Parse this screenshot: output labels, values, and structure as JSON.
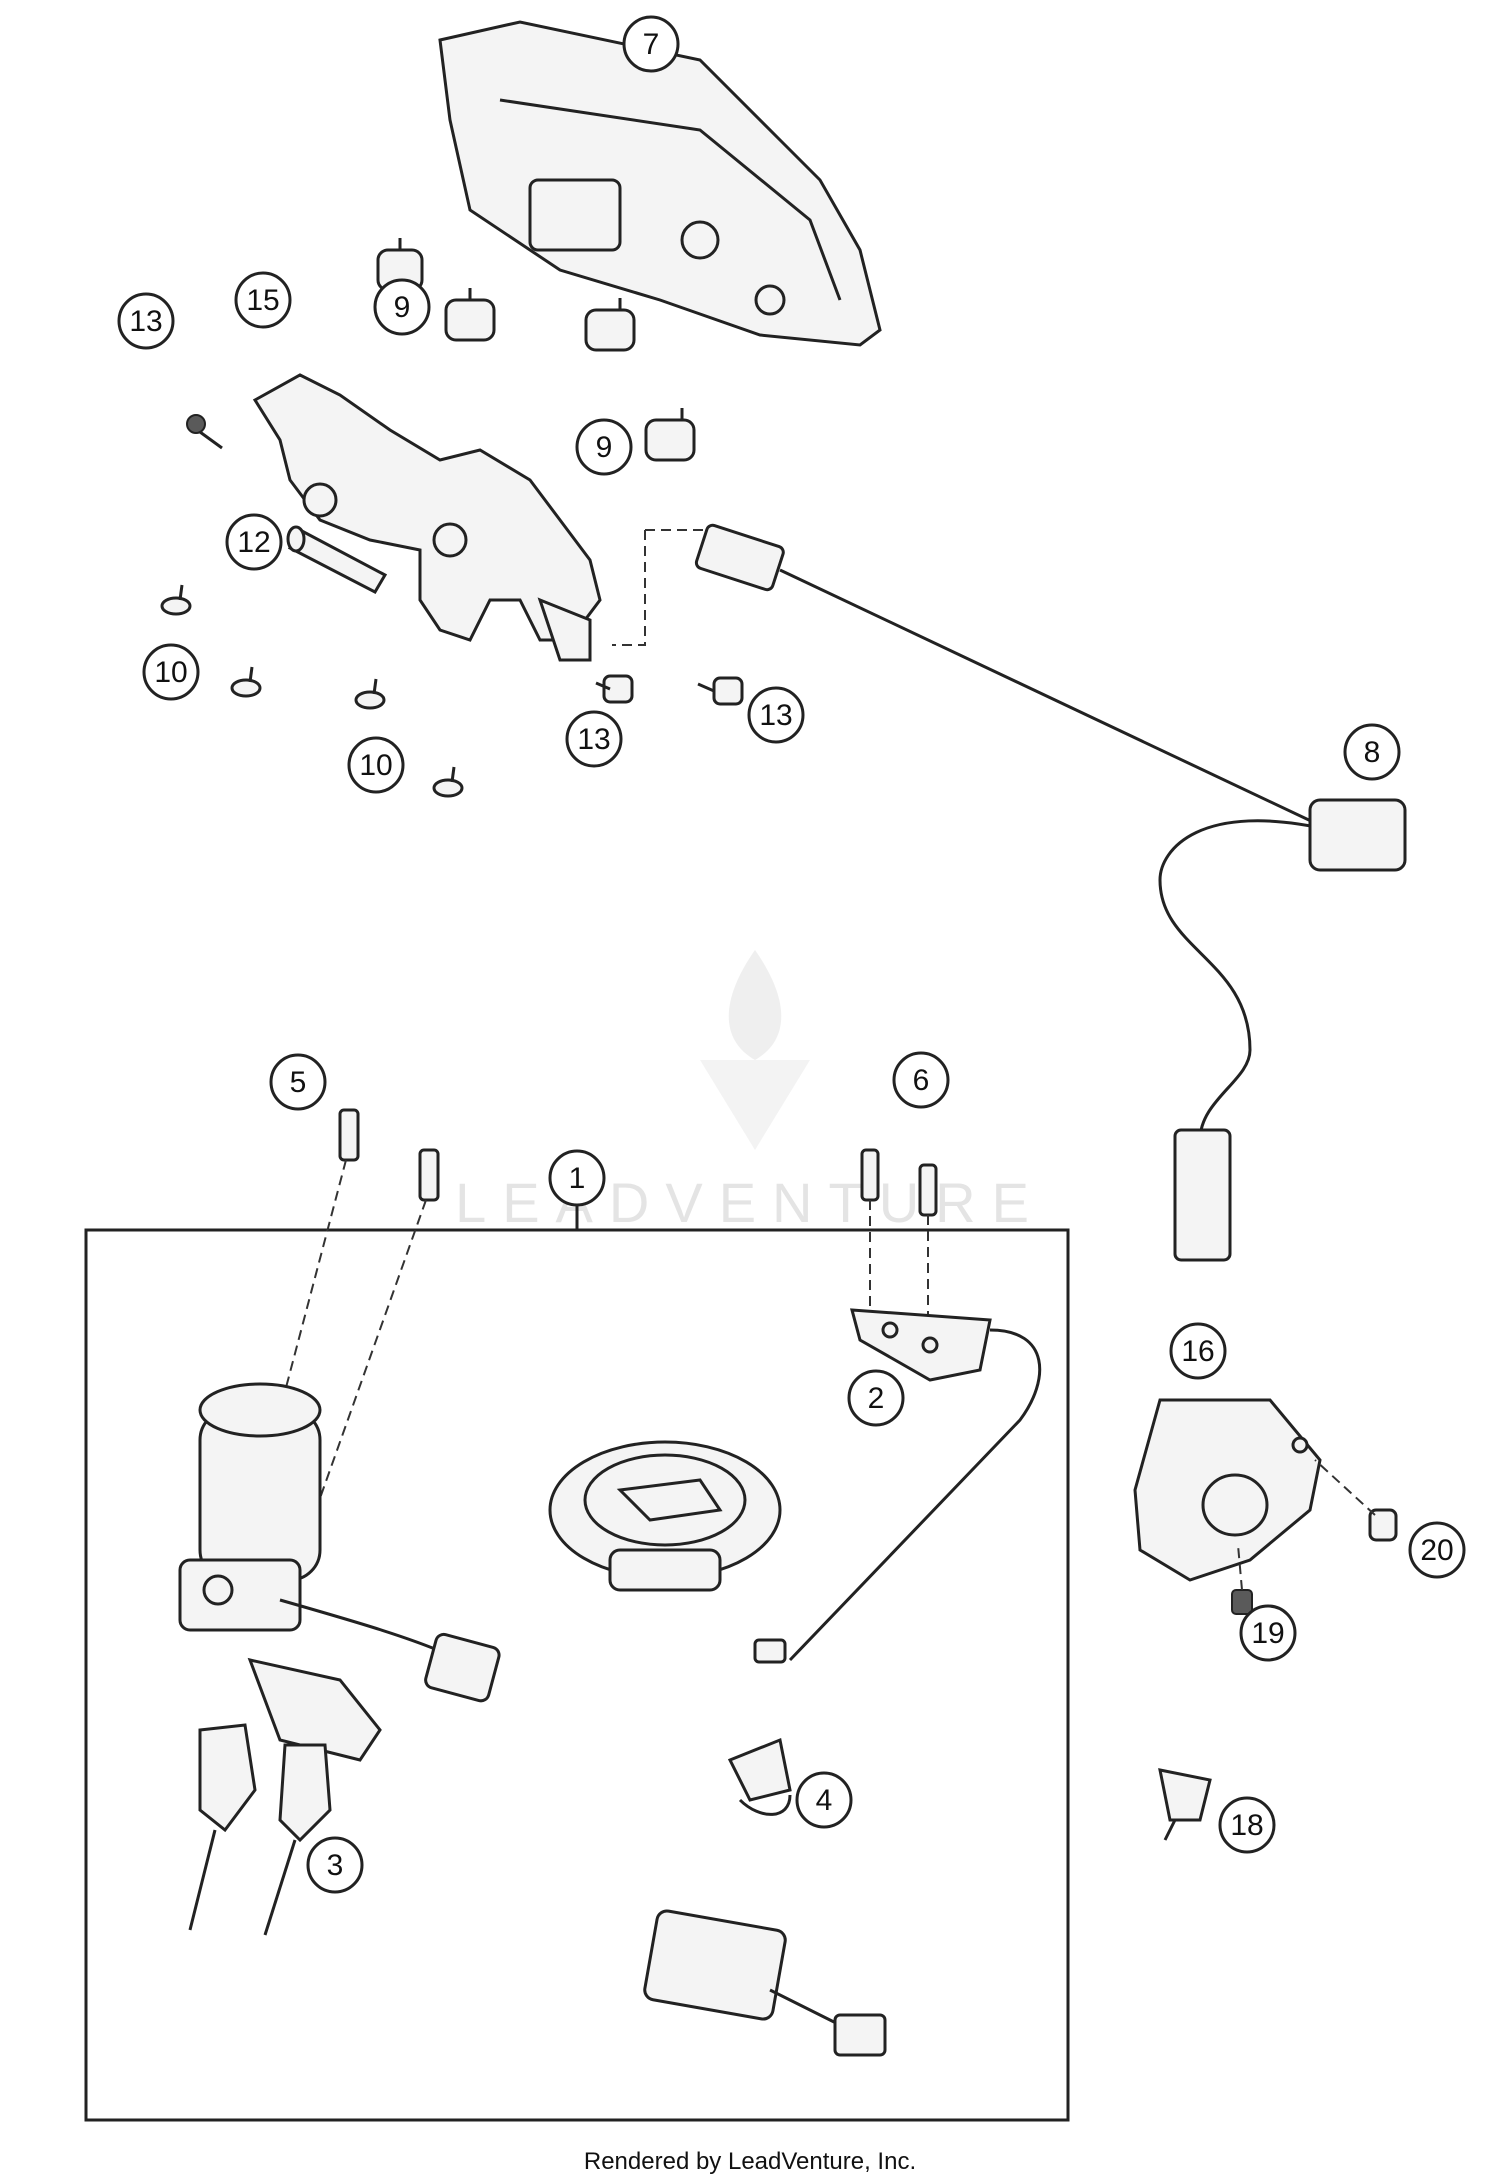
{
  "watermark": "LEADVENTURE",
  "footer": "Rendered by LeadVenture, Inc.",
  "callouts": [
    "7",
    "15",
    "13",
    "9",
    "9",
    "12",
    "10",
    "10",
    "13",
    "13",
    "8",
    "5",
    "6",
    "1",
    "2",
    "16",
    "20",
    "19",
    "4",
    "3",
    "18"
  ]
}
